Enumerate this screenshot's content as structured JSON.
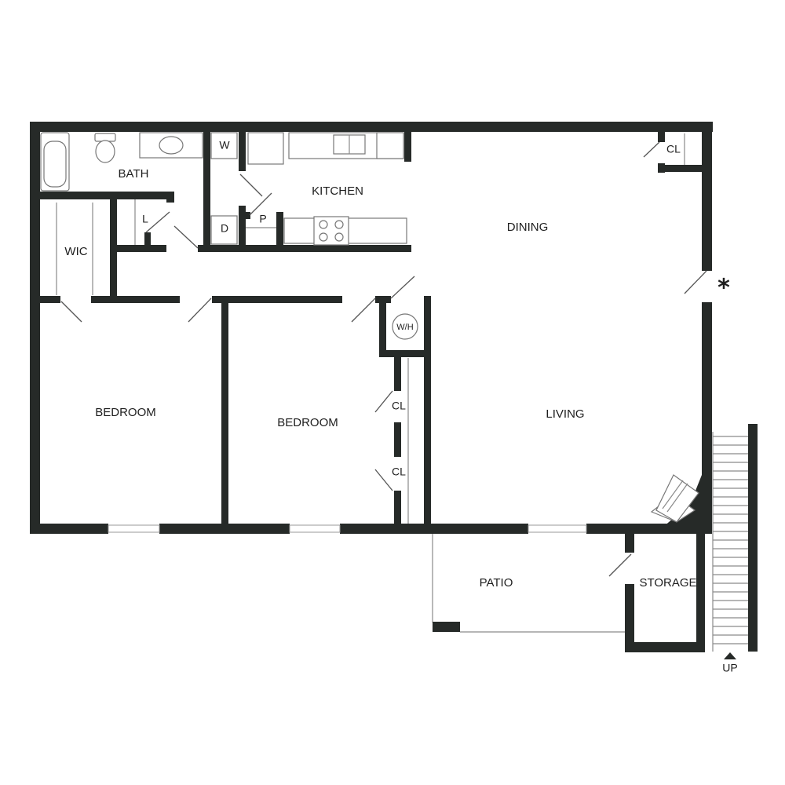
{
  "rooms": {
    "bath": "BATH",
    "kitchen": "KITCHEN",
    "dining": "DINING",
    "wic": "WIC",
    "linen": "L",
    "washer": "W",
    "dryer": "D",
    "pantry": "P",
    "closet_dining": "CL",
    "water_heater": "W/H",
    "bedroom_left": "BEDROOM",
    "bedroom_center": "BEDROOM",
    "closet_upper": "CL",
    "closet_lower": "CL",
    "living": "LIVING",
    "patio": "PATIO",
    "storage": "STORAGE"
  },
  "entry_marker": "*",
  "stairs_label": "UP"
}
